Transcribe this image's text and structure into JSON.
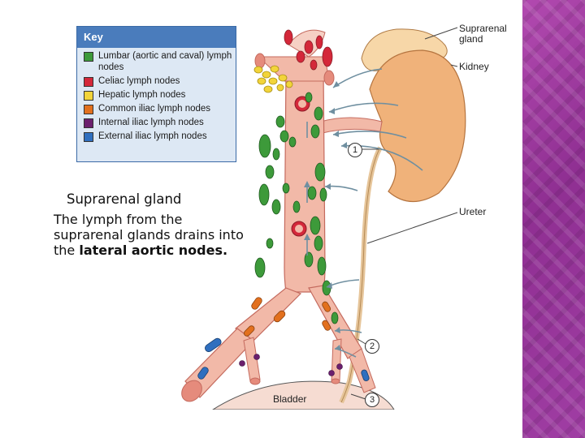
{
  "key": {
    "title": "Key",
    "items": [
      {
        "label": "Lumbar (aortic and caval) lymph nodes",
        "color": "#3d9a3a"
      },
      {
        "label": "Celiac lymph nodes",
        "color": "#d4283a"
      },
      {
        "label": "Hepatic lymph nodes",
        "color": "#f2d43a"
      },
      {
        "label": "Common iliac lymph nodes",
        "color": "#e2701e"
      },
      {
        "label": "Internal iliac lymph nodes",
        "color": "#6b1f6e"
      },
      {
        "label": "External iliac lymph nodes",
        "color": "#2f6fbf"
      }
    ]
  },
  "caption": {
    "title": "Suprarenal gland",
    "body": "The lymph from the suprarenal glands drains into the",
    "bold": "lateral aortic nodes."
  },
  "labels": {
    "suprarenal": "Suprarenal gland",
    "kidney": "Kidney",
    "ureter": "Ureter",
    "bladder": "Bladder",
    "num1": "1",
    "num2": "2",
    "num3": "3"
  },
  "colors": {
    "vessel": "#f2b9a8",
    "vessel_dark": "#d9736a",
    "kidney": "#f0b27a",
    "side_bar": "#9b38a0"
  }
}
